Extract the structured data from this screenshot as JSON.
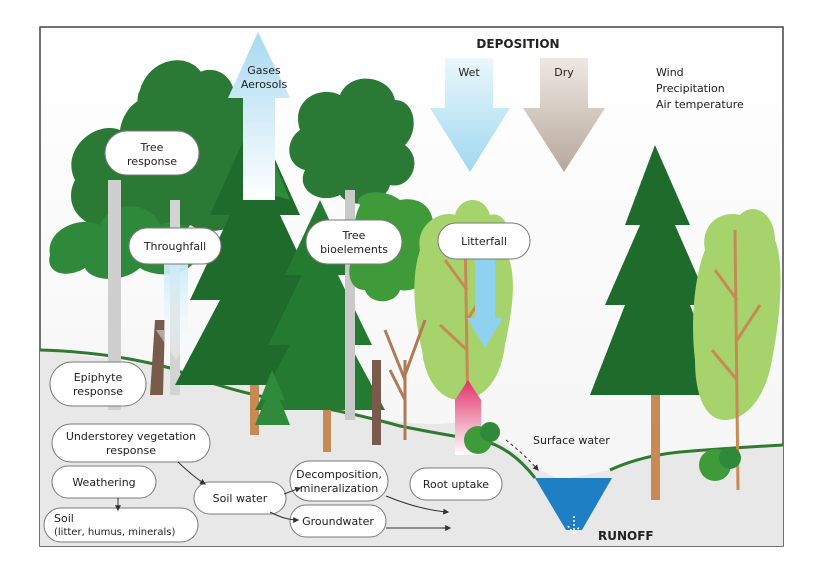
{
  "diagram": {
    "title": "DEPOSITION",
    "deposition_wet": "Wet",
    "deposition_dry": "Dry",
    "climate": [
      "Wind",
      "Precipitation",
      "Air temperature"
    ],
    "gases_aerosols": [
      "Gases",
      "Aerosols"
    ],
    "runoff": "RUNOFF",
    "surface_water": "Surface water",
    "nodes": {
      "tree_response": [
        "Tree",
        "response"
      ],
      "throughfall": "Throughfall",
      "tree_bioelements": [
        "Tree",
        "bioelements"
      ],
      "litterfall": "Litterfall",
      "epiphyte_response": [
        "Epiphyte",
        "response"
      ],
      "understorey_response": [
        "Understorey vegetation",
        "response"
      ],
      "weathering": "Weathering",
      "soil": "Soil",
      "soil_detail": "(litter, humus, minerals)",
      "soil_water": "Soil water",
      "decomposition": [
        "Decomposition,",
        "mineralization"
      ],
      "groundwater": "Groundwater",
      "root_uptake": "Root uptake"
    }
  },
  "colors": {
    "wet_arrow": "#c6e8f6",
    "dry_arrow": "#c9bdb3",
    "gas_arrow": "#bfe2f3",
    "water": "#1f7fc4",
    "ground_line": "#2f7a2f",
    "dark_green": "#1e6b2c",
    "mid_green": "#3f9a3a",
    "light_green": "#a6d36b",
    "trunk": "#c88a55"
  }
}
